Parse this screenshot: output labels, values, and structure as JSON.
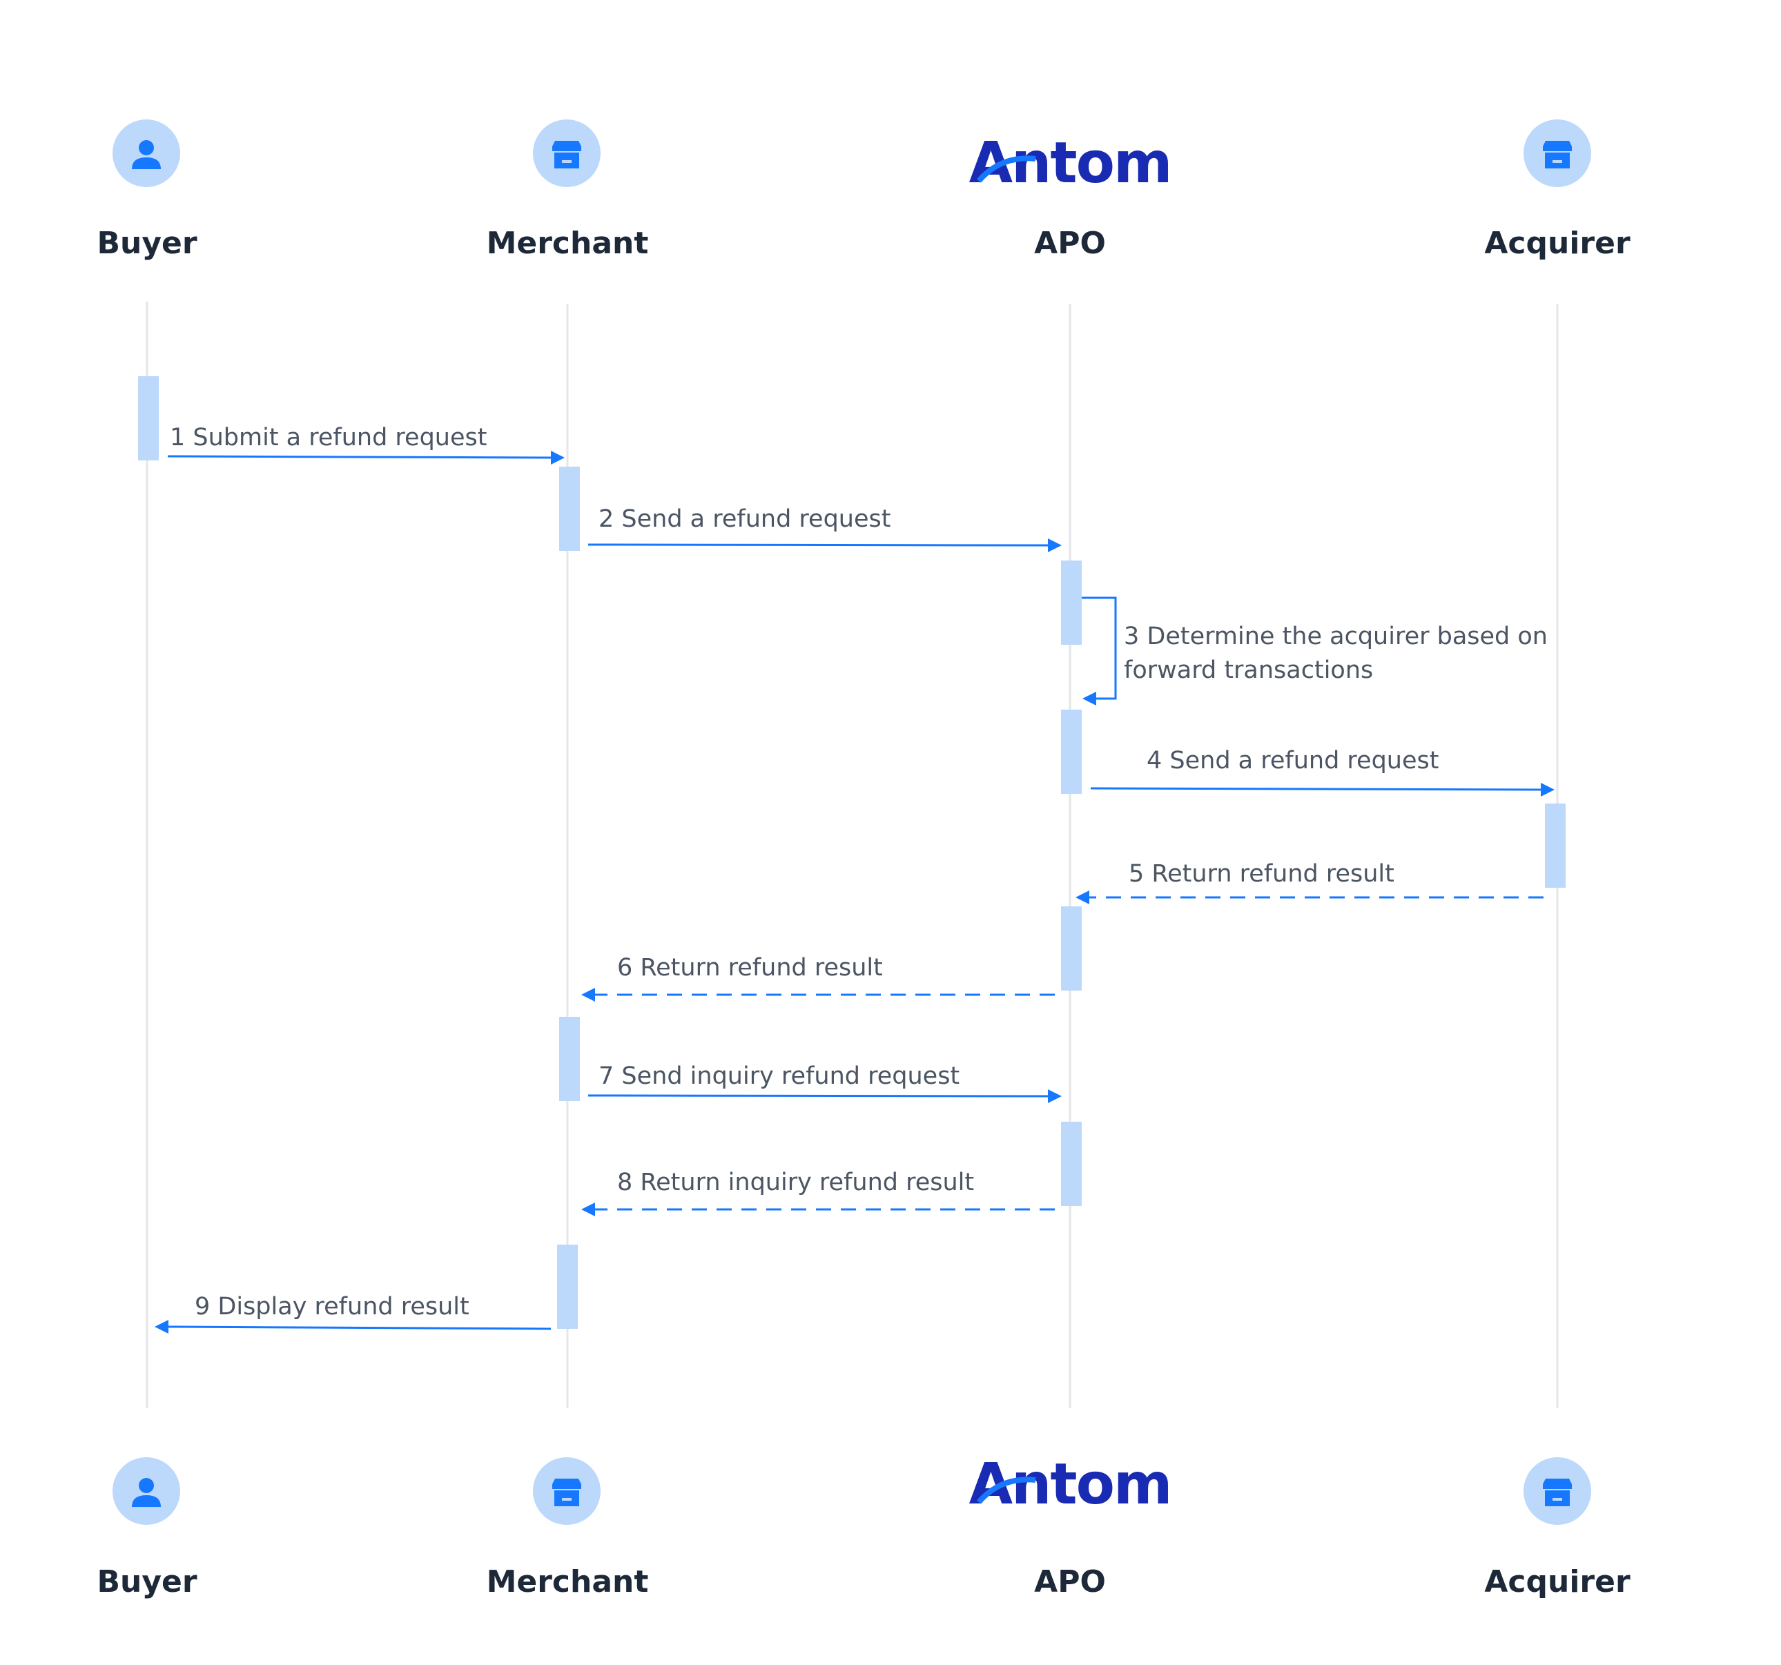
{
  "participants": [
    {
      "id": "buyer",
      "name": "Buyer",
      "icon": "user-icon"
    },
    {
      "id": "merchant",
      "name": "Merchant",
      "icon": "store-icon"
    },
    {
      "id": "apo",
      "name": "APO",
      "icon": "antom-logo",
      "logo_text": "Antom"
    },
    {
      "id": "acquirer",
      "name": "Acquirer",
      "icon": "store-icon"
    }
  ],
  "messages": [
    {
      "label": "1 Submit a refund request",
      "from": "buyer",
      "to": "merchant",
      "style": "solid"
    },
    {
      "label": "2 Send a refund request",
      "from": "merchant",
      "to": "apo",
      "style": "solid"
    },
    {
      "label_lines": [
        "3 Determine the acquirer based on",
        "forward transactions"
      ],
      "from": "apo",
      "to": "apo",
      "style": "self"
    },
    {
      "label": "4 Send a refund request",
      "from": "apo",
      "to": "acquirer",
      "style": "solid"
    },
    {
      "label": "5 Return refund result",
      "from": "acquirer",
      "to": "apo",
      "style": "dashed"
    },
    {
      "label": "6 Return refund result",
      "from": "apo",
      "to": "merchant",
      "style": "dashed"
    },
    {
      "label": "7 Send inquiry refund request",
      "from": "merchant",
      "to": "apo",
      "style": "solid"
    },
    {
      "label": "8 Return inquiry refund result",
      "from": "apo",
      "to": "merchant",
      "style": "dashed"
    },
    {
      "label": "9 Display refund result",
      "from": "merchant",
      "to": "buyer",
      "style": "solid"
    }
  ],
  "colors": {
    "arrow": "#1677ff",
    "activation": "#bcd8fb",
    "lifeline": "#e3e6ea",
    "logo": "#1a2bb3",
    "actor_text": "#1d2939",
    "label_text": "#4b5563"
  }
}
